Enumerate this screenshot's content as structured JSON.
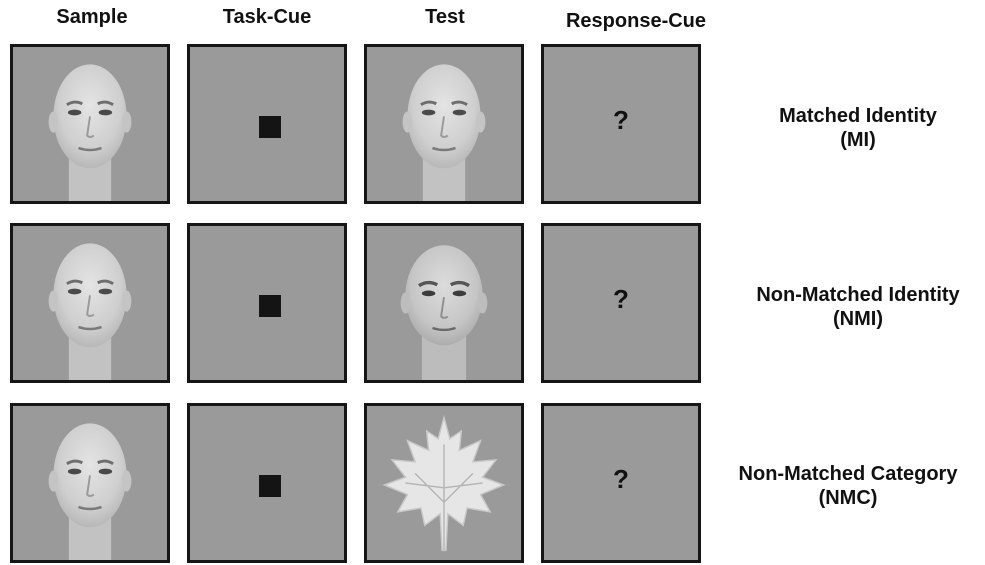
{
  "columns": {
    "sample": "Sample",
    "task_cue": "Task-Cue",
    "test": "Test",
    "response_cue": "Response-Cue"
  },
  "rows": [
    {
      "label": "Matched Identity",
      "abbr": "(MI)",
      "test_stimulus": "face-same-icon"
    },
    {
      "label": "Non-Matched Identity",
      "abbr": "(NMI)",
      "test_stimulus": "face-different-icon"
    },
    {
      "label": "Non-Matched Category",
      "abbr": "(NMC)",
      "test_stimulus": "maple-leaf-icon"
    }
  ],
  "response_symbol": "?",
  "colors": {
    "panel_bg": "#9a9a9a",
    "border": "#161616",
    "cue": "#141414"
  }
}
